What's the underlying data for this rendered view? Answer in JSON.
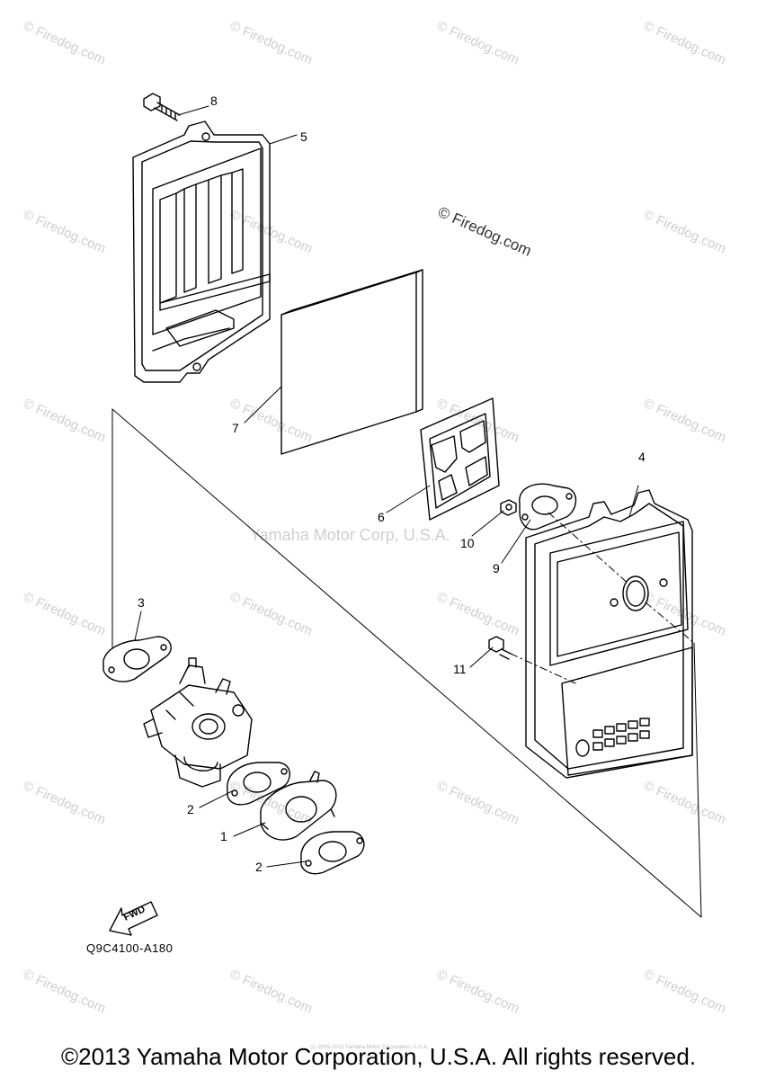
{
  "watermark": {
    "text": "© Firedog.com"
  },
  "center_watermark": "Yamaha Motor Corp, U.S.A.",
  "callouts": [
    "8",
    "5",
    "7",
    "6",
    "10",
    "9",
    "4",
    "3",
    "11",
    "2",
    "1",
    "2"
  ],
  "fwd_label": "FWD",
  "diagram_code": "Q9C4100-A180",
  "tiny_copyright": "(c) 2005-2015 Yamaha Motor Corporation, U.S.A.",
  "copyright": "©2013 Yamaha Motor Corporation, U.S.A. All rights reserved."
}
